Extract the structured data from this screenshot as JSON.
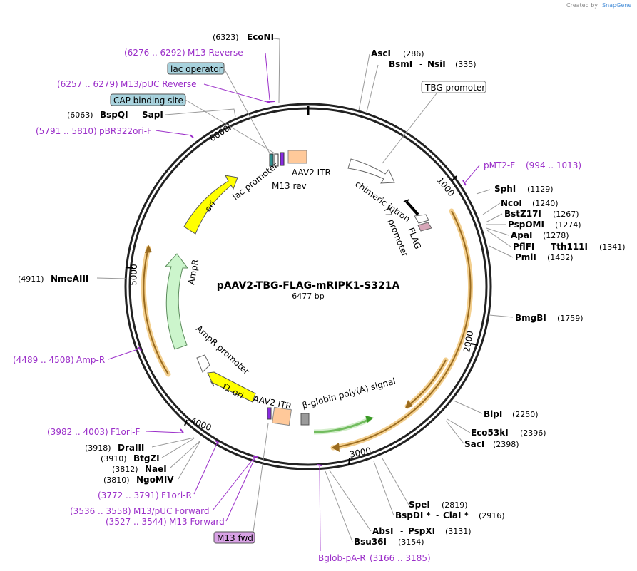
{
  "brand": {
    "created_by": "Created by",
    "name": "SnapGene"
  },
  "plasmid": {
    "name": "pAAV2-TBG-FLAG-mRIPK1-S321A",
    "length": "6477 bp"
  },
  "ticks": [
    "1000",
    "2000",
    "3000",
    "4000",
    "5000",
    "6000"
  ],
  "features": {
    "ori": "ori",
    "ampr": "AmpR",
    "ampr_promoter": "AmpR promoter",
    "f1_ori": "f1 ori",
    "aav2_itr_left": "AAV2 ITR",
    "aav2_itr_top": "AAV2 ITR",
    "lac_promoter": "lac promoter",
    "m13_rev": "M13 rev",
    "chimeric_intron": "chimeric intron",
    "t7_promoter": "T7 promoter",
    "flag": "FLAG",
    "beta_globin": "β-globin poly(A) signal",
    "tbg_promoter": "TBG promoter",
    "lac_operator": "lac operator",
    "cap_binding_site": "CAP binding site",
    "m13_fwd": "M13 fwd"
  },
  "enzymes": [
    {
      "pos": "(6323)",
      "name": "EcoNI"
    },
    {
      "name": "AscI",
      "pos": "(286)"
    },
    {
      "name": "BsmI",
      "sep": "-",
      "name2": "NsiI",
      "pos": "(335)"
    },
    {
      "pos": "(6063)",
      "name": "BspQI",
      "sep": "-",
      "name2": "SapI"
    },
    {
      "name": "SphI",
      "pos": "(1129)"
    },
    {
      "name": "NcoI",
      "pos": "(1240)"
    },
    {
      "name": "BstZ17I",
      "pos": "(1267)"
    },
    {
      "name": "PspOMI",
      "pos": "(1274)"
    },
    {
      "name": "ApaI",
      "pos": "(1278)"
    },
    {
      "name": "PflFI",
      "sep": "-",
      "name2": "Tth111I",
      "pos": "(1341)"
    },
    {
      "name": "PmlI",
      "pos": "(1432)"
    },
    {
      "pos": "(4911)",
      "name": "NmeAIII"
    },
    {
      "name": "BmgBI",
      "pos": "(1759)"
    },
    {
      "name": "BlpI",
      "pos": "(2250)"
    },
    {
      "name": "Eco53kI",
      "pos": "(2396)"
    },
    {
      "name": "SacI",
      "pos": "(2398)"
    },
    {
      "pos": "(3918)",
      "name": "DraIII"
    },
    {
      "pos": "(3910)",
      "name": "BtgZI"
    },
    {
      "pos": "(3812)",
      "name": "NaeI"
    },
    {
      "pos": "(3810)",
      "name": "NgoMIV"
    },
    {
      "name": "SpeI",
      "pos": "(2819)"
    },
    {
      "name": "BspDI *",
      "sep": "-",
      "name2": "ClaI *",
      "pos": "(2916)"
    },
    {
      "name": "AbsI",
      "sep": "-",
      "name2": "PspXI",
      "pos": "(3131)"
    },
    {
      "name": "Bsu36I",
      "pos": "(3154)"
    }
  ],
  "primers": [
    {
      "range": "(6276 .. 6292)",
      "name": "M13 Reverse"
    },
    {
      "range": "(6257 .. 6279)",
      "name": "M13/pUC Reverse"
    },
    {
      "range": "(5791 .. 5810)",
      "name": "pBR322ori-F"
    },
    {
      "name": "pMT2-F",
      "range": "(994 .. 1013)"
    },
    {
      "range": "(4489 .. 4508)",
      "name": "Amp-R"
    },
    {
      "range": "(3982 .. 4003)",
      "name": "F1ori-F"
    },
    {
      "range": "(3772 .. 3791)",
      "name": "F1ori-R"
    },
    {
      "range": "(3536 .. 3558)",
      "name": "M13/pUC Forward"
    },
    {
      "range": "(3527 .. 3544)",
      "name": "M13 Forward"
    },
    {
      "name": "Bglob-pA-R",
      "range": "(3166 .. 3185)"
    }
  ]
}
